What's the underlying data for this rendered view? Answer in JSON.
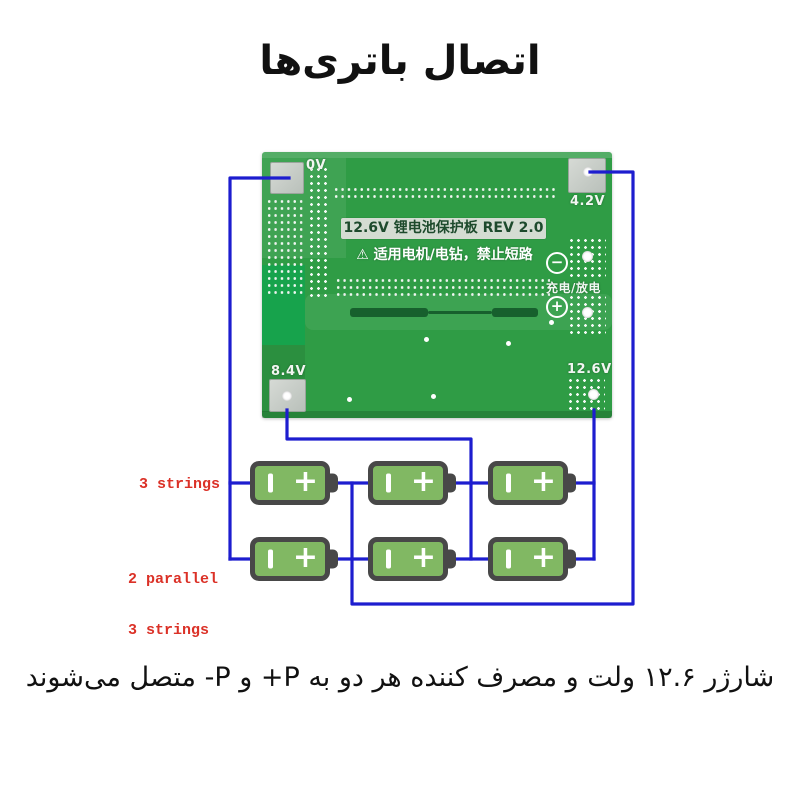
{
  "title": "اتصال باتری‌ها",
  "caption": "شارژر ۱۲.۶ ولت و مصرف کننده هر دو به P+ و P- متصل می‌شوند",
  "board": {
    "silkscreen_title": "12.6V 锂电池保护板 REV 2.0",
    "warning_icon": "⚠",
    "warning_text": "适用电机/电钻，禁止短路",
    "charge_label": "充电/放电",
    "p_minus_symbol": "−",
    "p_plus_symbol": "+",
    "pad_labels": {
      "p0": "0V",
      "p42": "4.2V",
      "p84": "8.4V",
      "p126": "12.6V"
    }
  },
  "battery_pack": {
    "row1_label": "3 strings",
    "row2_label_line1": "2 parallel",
    "row2_label_line2": "3 strings",
    "terminal_plus": "+",
    "rows": 2,
    "batteries_per_row": 3
  },
  "colors": {
    "wire_blue": "#1d1dcf",
    "label_red": "#db3127",
    "board_green": "#2f9c45",
    "battery_green": "#81b863",
    "silkscreen_gray": "#d4dcd2"
  }
}
